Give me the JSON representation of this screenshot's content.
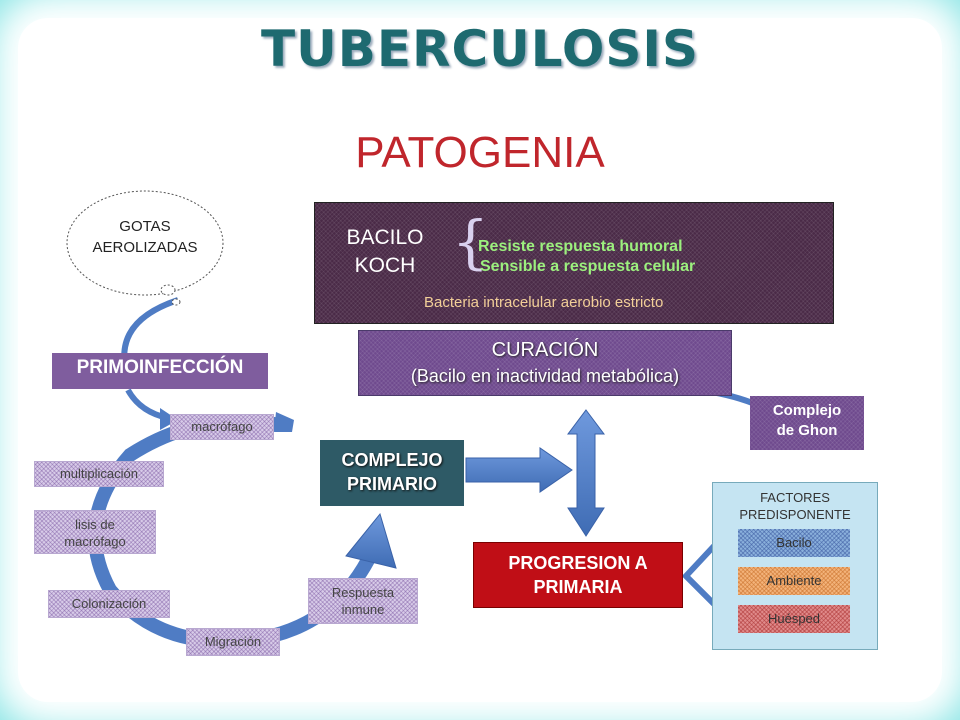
{
  "title": "TUBERCULOSIS",
  "subtitle": "PATOGENIA",
  "cloud": {
    "line1": "GOTAS",
    "line2": "AEROLIZADAS"
  },
  "bacilo": {
    "name_line1": "BACILO",
    "name_line2": "KOCH",
    "trait1": "Resiste respuesta humoral",
    "trait2": "Sensible a respuesta celular",
    "description": "Bacteria intracelular aerobio estricto"
  },
  "curacion": {
    "title": "CURACIÓN",
    "detail": "(Bacilo en inactividad metabólica)"
  },
  "ghon": {
    "line1": "Complejo",
    "line2": "de Ghon"
  },
  "primoinfeccion": "PRIMOINFECCIÓN",
  "cycle": {
    "macrofago": "macrófago",
    "multiplicacion": "multiplicación",
    "lisis_line1": "lisis de",
    "lisis_line2": "macrófago",
    "colonizacion": "Colonización",
    "migracion": "Migración",
    "respuesta_line1": "Respuesta",
    "respuesta_line2": "inmune"
  },
  "complejo": {
    "line1": "COMPLEJO",
    "line2": "PRIMARIO"
  },
  "progresion": {
    "line1": "PROGRESION A",
    "line2": "PRIMARIA"
  },
  "factores": {
    "header_line1": "FACTORES",
    "header_line2": "PREDISPONENTE",
    "items": [
      "Bacilo",
      "Ambiente",
      "Huésped"
    ]
  },
  "colors": {
    "title": "#1e6a70",
    "subtitle": "#c0262c",
    "arrow": "#4f7cc4",
    "progresion": "#c00e16",
    "complejo": "#2e5a66"
  }
}
